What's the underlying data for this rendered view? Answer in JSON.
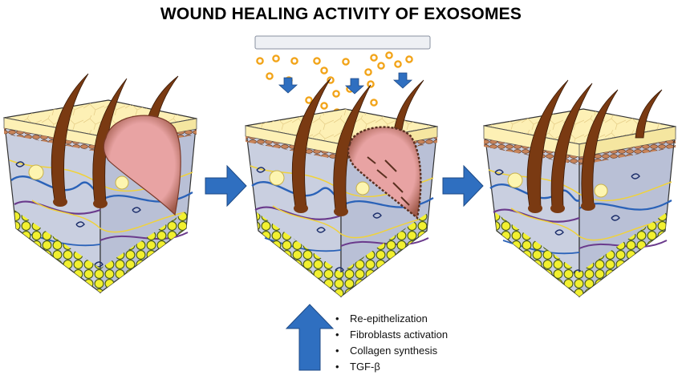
{
  "title": "WOUND HEALING ACTIVITY OF EXOSOMES",
  "effects": [
    "Re-epithelization",
    "Fibroblasts activation",
    "Collagen synthesis",
    "TGF-β"
  ],
  "colors": {
    "epidermis": "#fdf0b5",
    "dermis": "#c9cfe0",
    "hair": "#7a3a12",
    "wound": "#e8a3a3",
    "exosome": "#f2a419",
    "fat": "#f2f030",
    "arrow": "#2f6fc0",
    "vessel_blue": "#2a62b8",
    "vessel_purple": "#6a3a8c",
    "nerve": "#f0d23a"
  },
  "icons": [
    "skin-block-wound",
    "skin-block-treated",
    "skin-block-healed",
    "exosome-dispenser",
    "process-arrow",
    "input-arrow"
  ]
}
